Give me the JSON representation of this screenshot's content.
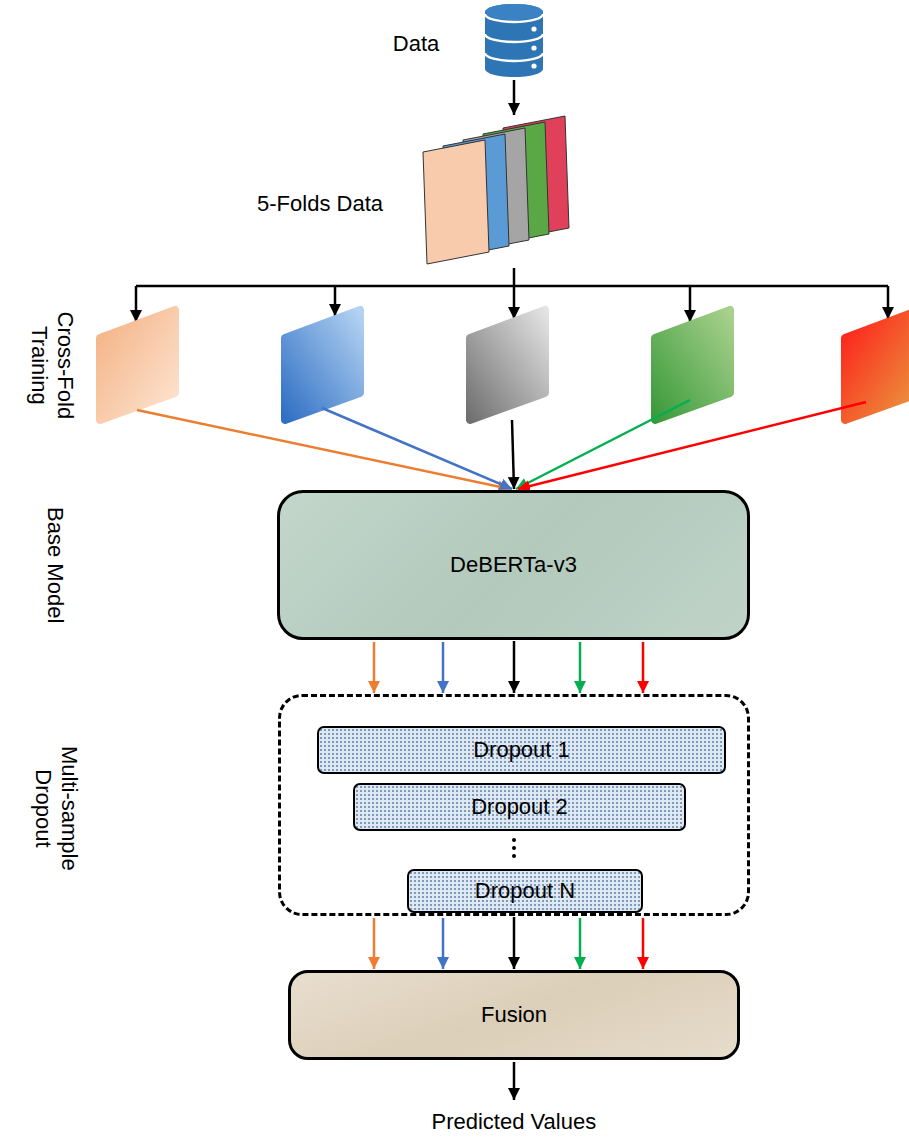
{
  "diagram": {
    "nodes": [
      {
        "text": [
          "Data"
        ]
      },
      {
        "text": [
          "5-Folds Data"
        ]
      },
      {
        "text": [
          "DeBERTa-v3"
        ]
      },
      {
        "text": [
          "Multi-sample Dropout"
        ]
      },
      {
        "text": [
          "Dropout 1"
        ],
        "in": 3
      },
      {
        "text": [
          "Dropout 2"
        ],
        "in": 3
      },
      {
        "text": [
          "Dropout N"
        ],
        "in": 3
      },
      {
        "text": [
          "Fusion"
        ]
      }
    ],
    "edges": [
      {
        "from": 0,
        "to": 1,
        "arrow": "to"
      },
      {
        "from": 2,
        "to": 3,
        "arrow": "to"
      },
      {
        "from": 3,
        "to": 7,
        "arrow": "to"
      }
    ],
    "labels": [
      "Cross-Fold Training",
      "Base Model",
      "Predicted Values"
    ]
  }
}
